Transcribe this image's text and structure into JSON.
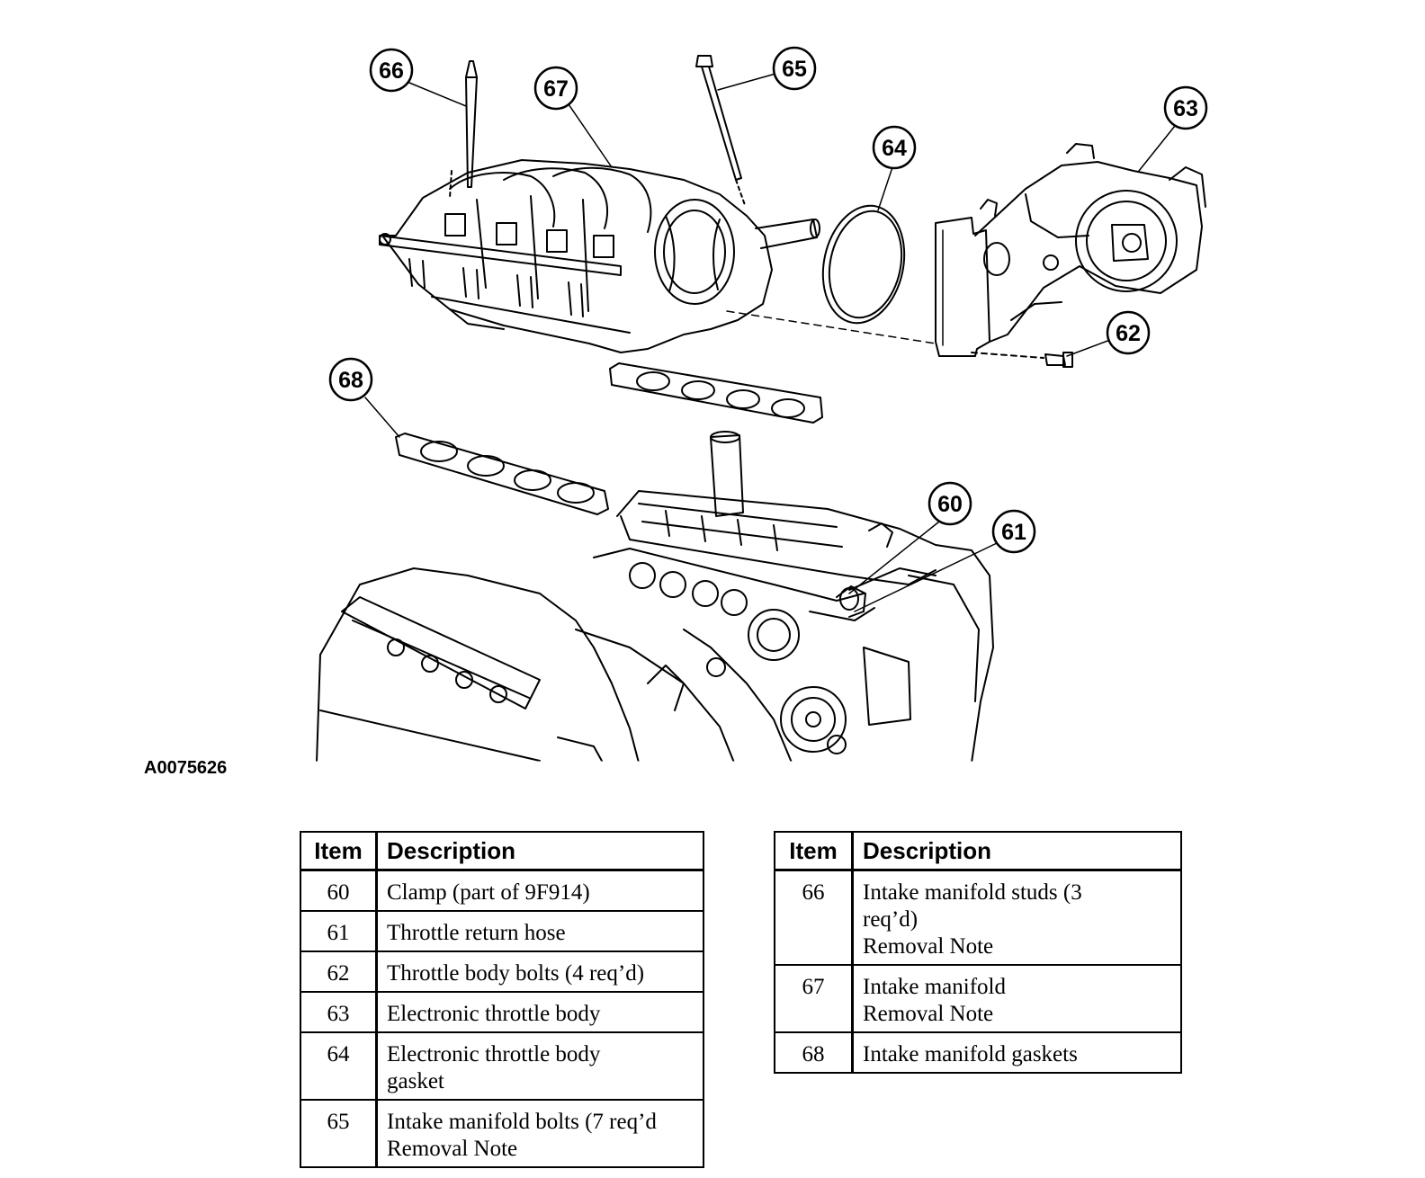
{
  "figure": {
    "id": "A0075626",
    "callouts": [
      {
        "label": "66"
      },
      {
        "label": "67"
      },
      {
        "label": "65"
      },
      {
        "label": "64"
      },
      {
        "label": "63"
      },
      {
        "label": "62"
      },
      {
        "label": "68"
      },
      {
        "label": "60"
      },
      {
        "label": "61"
      }
    ]
  },
  "tables": {
    "left": {
      "header": {
        "item": "Item",
        "description": "Description"
      },
      "rows": [
        {
          "item": "60",
          "lines": [
            "Clamp (part of 9F914)"
          ]
        },
        {
          "item": "61",
          "lines": [
            "Throttle return hose"
          ]
        },
        {
          "item": "62",
          "lines": [
            "Throttle body bolts (4 req’d)"
          ]
        },
        {
          "item": "63",
          "lines": [
            "Electronic throttle body"
          ]
        },
        {
          "item": "64",
          "lines": [
            "Electronic throttle body",
            "gasket"
          ]
        },
        {
          "item": "65",
          "lines": [
            "Intake manifold bolts (7 req’d",
            "Removal Note"
          ]
        }
      ]
    },
    "right": {
      "header": {
        "item": "Item",
        "description": "Description"
      },
      "rows": [
        {
          "item": "66",
          "lines": [
            "Intake manifold studs (3",
            "req’d)",
            "Removal Note"
          ]
        },
        {
          "item": "67",
          "lines": [
            "Intake manifold",
            "Removal Note"
          ]
        },
        {
          "item": "68",
          "lines": [
            "Intake manifold gaskets"
          ]
        }
      ]
    }
  }
}
